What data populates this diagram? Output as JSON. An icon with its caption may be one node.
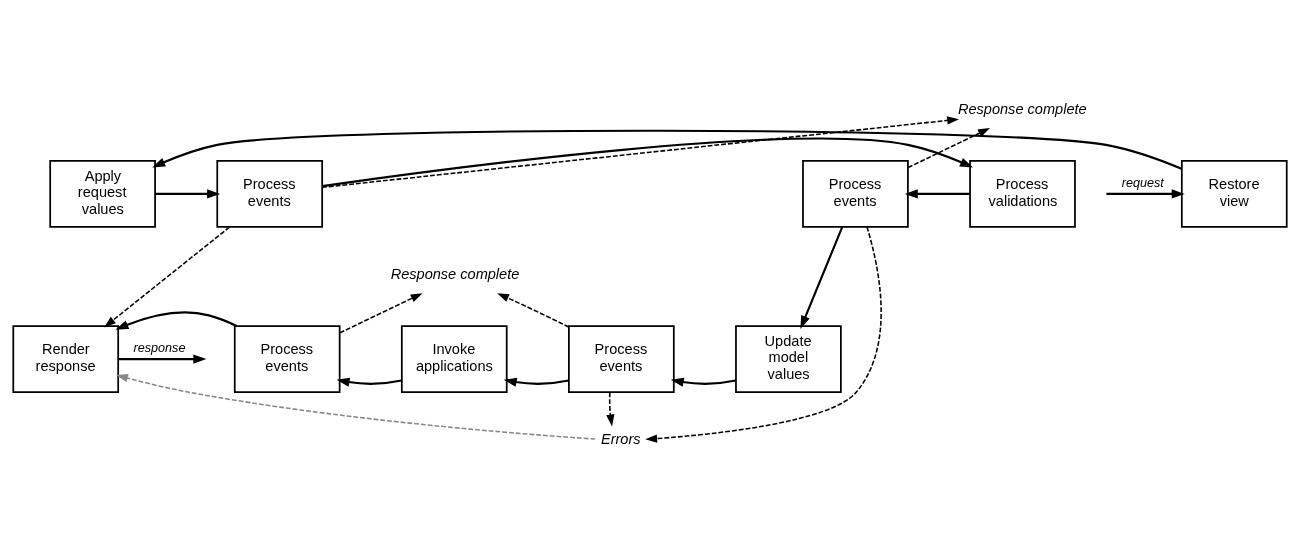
{
  "diagram": {
    "nodes": [
      {
        "text": [
          "Restore view"
        ]
      },
      {
        "text": [
          "Apply request values"
        ]
      },
      {
        "text": [
          "Process events"
        ]
      },
      {
        "text": [
          "Process validations"
        ]
      },
      {
        "text": [
          "Process events"
        ]
      },
      {
        "text": [
          "Update model values"
        ]
      },
      {
        "text": [
          "Process events"
        ]
      },
      {
        "text": [
          "Invoke applications"
        ]
      },
      {
        "text": [
          "Process events"
        ]
      },
      {
        "text": [
          "Render response"
        ]
      },
      {
        "text": [
          "Response complete"
        ]
      },
      {
        "text": [
          "Response complete"
        ]
      },
      {
        "text": [
          "Errors"
        ]
      }
    ],
    "edges": [
      {
        "from": null,
        "to": 0,
        "arrow": "to",
        "label": "request"
      },
      {
        "from": 0,
        "to": 1,
        "arrow": "to"
      },
      {
        "from": 1,
        "to": 2,
        "arrow": "to"
      },
      {
        "from": 2,
        "to": 3,
        "arrow": "to"
      },
      {
        "from": 3,
        "to": 4,
        "arrow": "to"
      },
      {
        "from": 4,
        "to": 5,
        "arrow": "to"
      },
      {
        "from": 5,
        "to": 6,
        "arrow": "to"
      },
      {
        "from": 6,
        "to": 7,
        "arrow": "to"
      },
      {
        "from": 7,
        "to": 8,
        "arrow": "to"
      },
      {
        "from": 8,
        "to": 9,
        "arrow": "to"
      },
      {
        "from": 9,
        "to": null,
        "arrow": "to",
        "label": "response"
      },
      {
        "from": 2,
        "to": 10,
        "arrow": "to",
        "style": "dashed"
      },
      {
        "from": 4,
        "to": 10,
        "arrow": "to",
        "style": "dashed"
      },
      {
        "from": 2,
        "to": 9,
        "arrow": "to",
        "style": "dashed"
      },
      {
        "from": 8,
        "to": 11,
        "arrow": "to",
        "style": "dashed"
      },
      {
        "from": 6,
        "to": 11,
        "arrow": "to",
        "style": "dashed"
      },
      {
        "from": 6,
        "to": 12,
        "arrow": "to",
        "style": "dashed"
      },
      {
        "from": 4,
        "to": 12,
        "arrow": "to",
        "style": "dashed"
      },
      {
        "from": 12,
        "to": 9,
        "arrow": "to",
        "style": "dashed",
        "color": "#888888"
      }
    ]
  }
}
